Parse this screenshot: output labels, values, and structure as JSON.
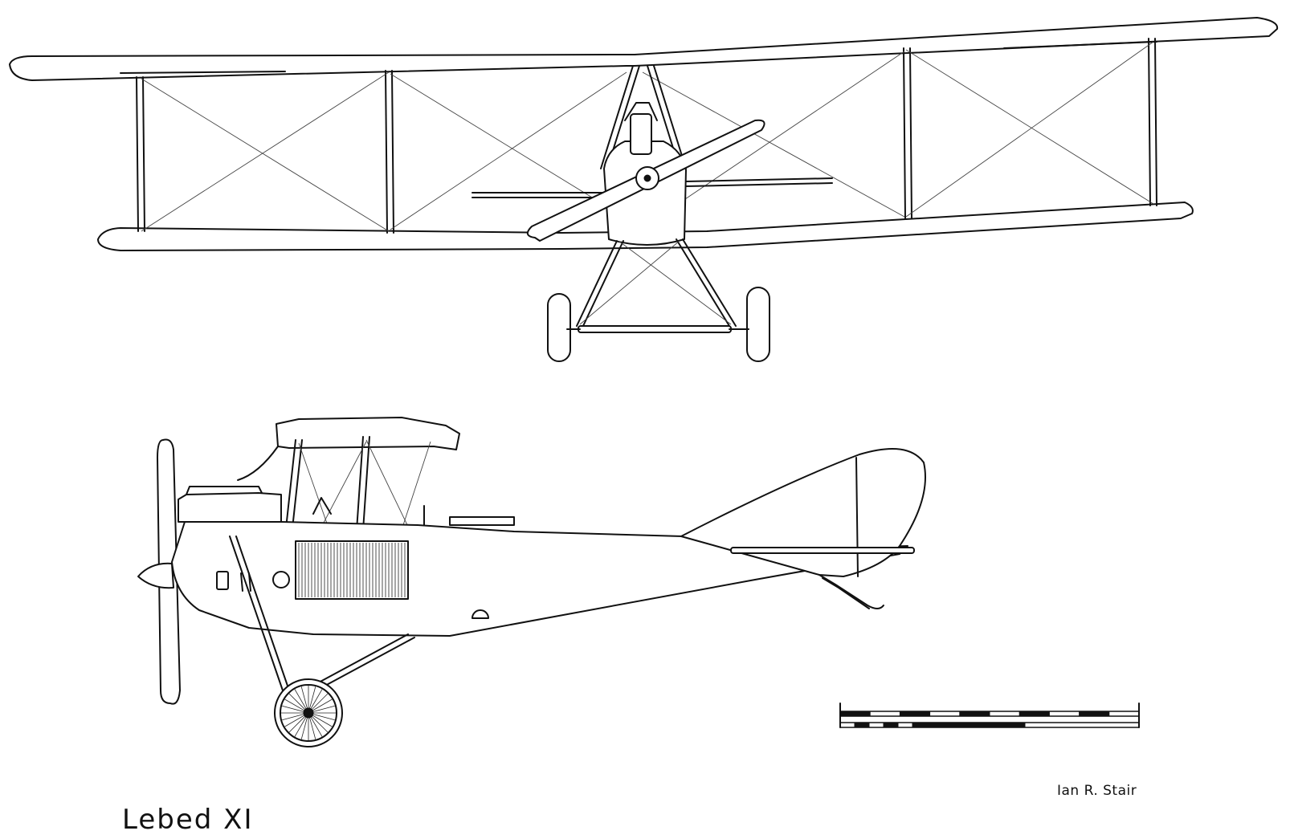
{
  "drawing": {
    "title": "Lebed XI",
    "author": "Ian R. Stair",
    "views": [
      "front-view",
      "side-view"
    ]
  },
  "colors": {
    "ink": "#111111",
    "paper": "#ffffff"
  }
}
